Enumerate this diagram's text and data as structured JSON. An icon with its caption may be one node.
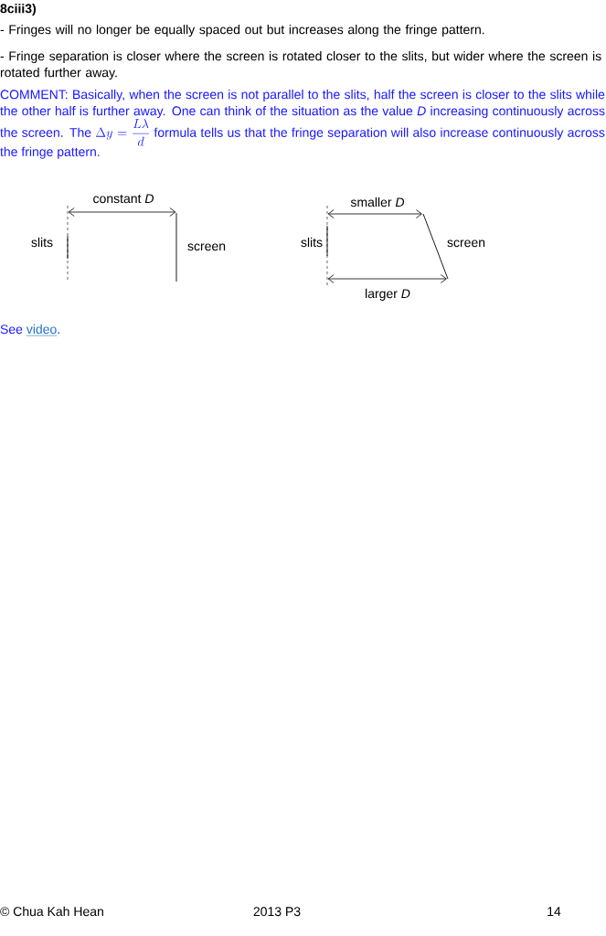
{
  "diagram": {
    "labels": [
      "8ciii3)",
      "- Fringes will no longer be equally spaced out but increases along the fringe pattern.",
      "- Fringe separation is closer where the screen is rotated closer to the slits, but wider where the screen is rotated further away.",
      "COMMENT: Basically, when the screen is not parallel to the slits, half the screen is closer to the slits while the other half is further away. One can think of the situation as the value *D* increasing continuously across the screen. The",
      "\\Delta y = \\frac{L\\lambda}{d}",
      "formula tells us that the fringe separation will also increase continuously across the fringe pattern.",
      "constant *D*",
      "slits",
      "screen",
      "smaller *D*",
      "slits",
      "screen",
      "larger *D*",
      "See",
      "video",
      ".",
      "© Chua Kah Hean",
      "2013 P3",
      "14"
    ]
  }
}
